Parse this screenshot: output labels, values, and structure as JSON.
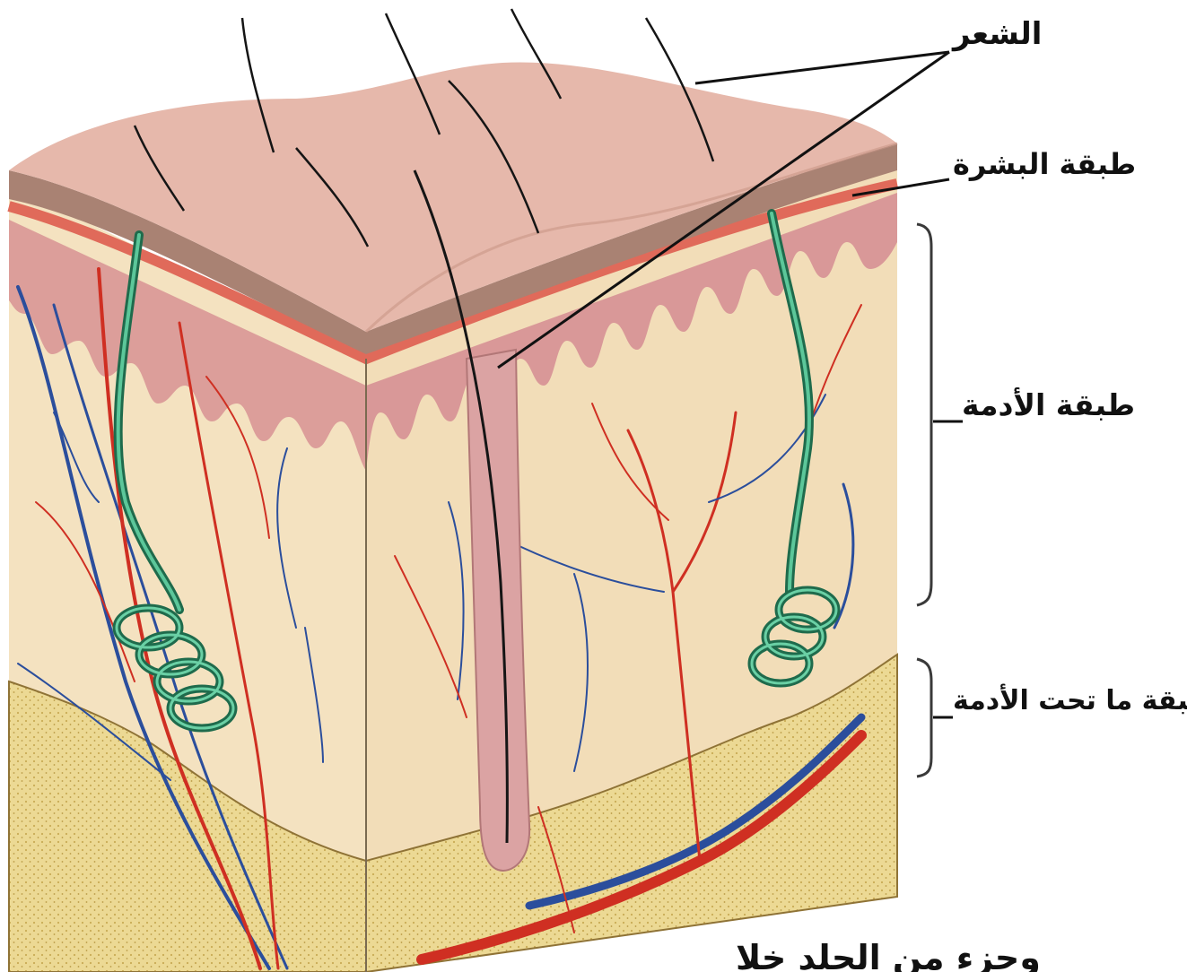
{
  "diagram": {
    "labels": {
      "hair": "الشعر",
      "epidermis": "طبقة البشرة",
      "dermis": "طبقة الأدمة",
      "subcutaneous": "طبقة ما تحت الأدمة"
    },
    "caption_partial": "وجزء من الجلد خلا"
  },
  "colors": {
    "skin_surface": "#e6b8ab",
    "epidermis_band": "#a98273",
    "dermis": "#f4e2c0",
    "papillae": "#d99898",
    "fat": "#ead68f",
    "artery": "#cf2f22",
    "vein": "#2b4e9c",
    "gland": "#2e8f68",
    "hair": "#151515"
  }
}
